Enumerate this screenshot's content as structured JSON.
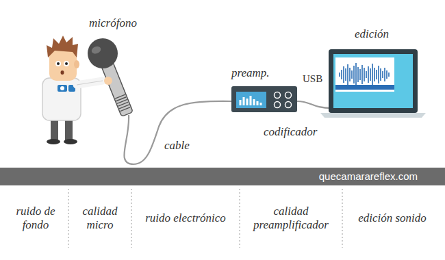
{
  "diagram": {
    "nodes": [
      {
        "text": [
          "quecamarareflex.com"
        ]
      }
    ],
    "labels": [
      "micrófono",
      "preamp.",
      "USB",
      "edición",
      "cable",
      "codificador",
      "ruido de fondo",
      "calidad micro",
      "ruido electrónico",
      "calidad preamplificador",
      "edición sonido"
    ]
  }
}
